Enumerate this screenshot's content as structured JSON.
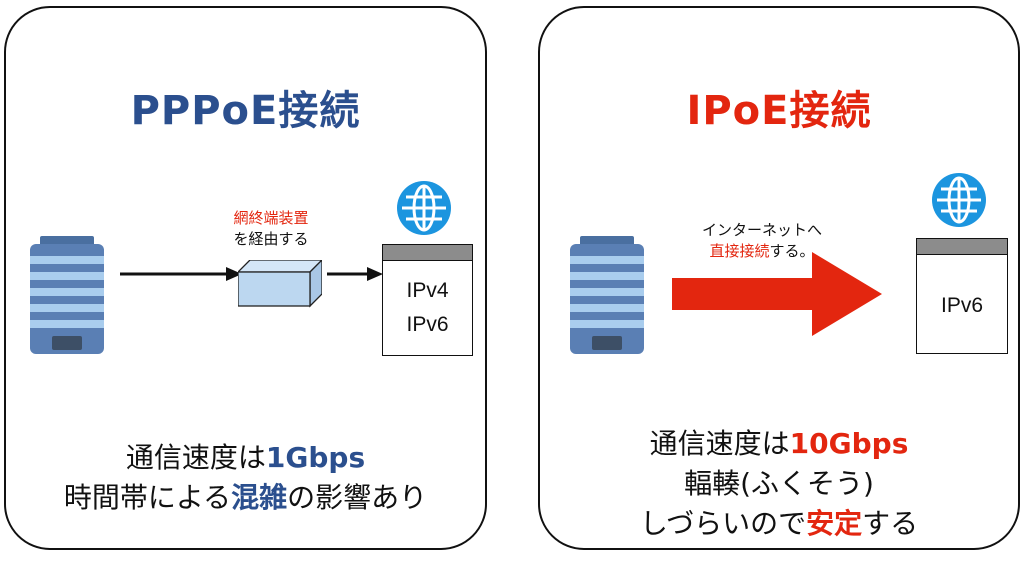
{
  "left": {
    "title": "PPPoE接続",
    "device_caption_line1": "網終端装置",
    "device_caption_line2": "を経由する",
    "ip1": "IPv4",
    "ip2": "IPv6",
    "line1_prefix": "通信速度は",
    "line1_value": "1Gbps",
    "line2_prefix": "時間帯による",
    "line2_accent": "混雑",
    "line2_suffix": "の影響あり",
    "colors": {
      "title": "#2b4f8e",
      "accent": "#e3260f"
    }
  },
  "right": {
    "title": "IPoE接続",
    "arrow_caption_line1": "インターネットへ",
    "arrow_caption_accent": "直接接続",
    "arrow_caption_suffix": "する。",
    "ip": "IPv6",
    "line1_prefix": "通信速度は",
    "line1_value": "10Gbps",
    "line2": "輻輳(ふくそう)",
    "line3_prefix": "しづらいので",
    "line3_accent": "安定",
    "line3_suffix": "する",
    "colors": {
      "title": "#e3260f",
      "arrow": "#e3260f"
    }
  },
  "icons": [
    "building-icon",
    "globe-icon",
    "network-device-icon",
    "arrow-icon"
  ]
}
